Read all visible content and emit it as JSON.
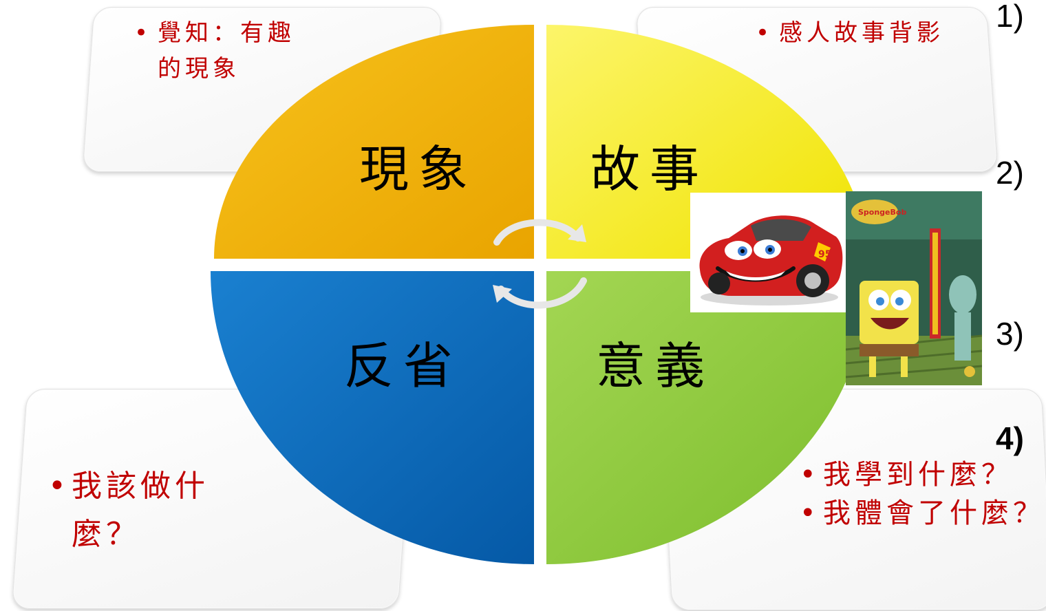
{
  "diagram": {
    "quadrants": [
      {
        "id": "top-left",
        "label": "現象",
        "color": "#f2b000"
      },
      {
        "id": "top-right",
        "label": "故事",
        "color": "#f7ee00"
      },
      {
        "id": "bottom-left",
        "label": "反省",
        "color": "#0a6ebf"
      },
      {
        "id": "bottom-right",
        "label": "意義",
        "color": "#8fca3e"
      }
    ],
    "notes": {
      "top_left": [
        "覺知：有趣的現象"
      ],
      "top_right": [
        "感人故事背影"
      ],
      "bottom_left": [
        "我該做什麼？"
      ],
      "bottom_right": [
        "我學到什麼？",
        "我體會了什麼？"
      ]
    },
    "side_numbers": [
      "1)",
      "2)",
      "3)",
      "4)"
    ]
  },
  "images": {
    "car": "cartoon-race-car-image",
    "spongebob": "spongebob-poster-image"
  },
  "colors": {
    "note_text": "#c00000",
    "card_bg": "#f5f5f5"
  }
}
